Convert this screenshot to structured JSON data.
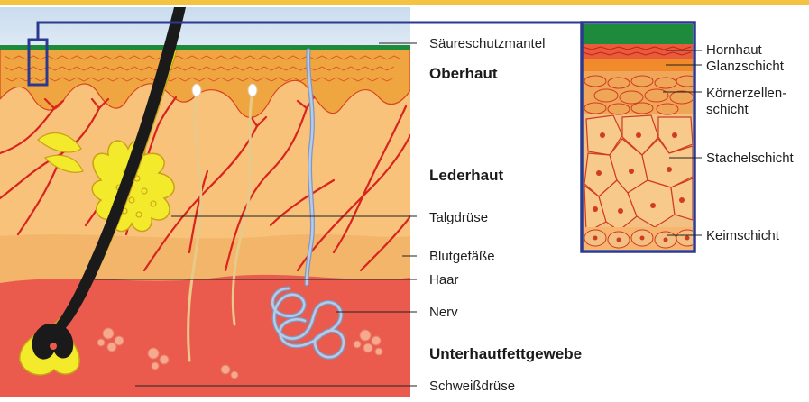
{
  "labels": {
    "saeureschutzmantel": "Säureschutzmantel",
    "oberhaut": "Oberhaut",
    "lederhaut": "Lederhaut",
    "talgdruese": "Talgdrüse",
    "blutgefaesse": "Blutgefäße",
    "haar": "Haar",
    "nerv": "Nerv",
    "unterhautfettgewebe": "Unterhautfettgewebe",
    "schweissdruese": "Schweißdrüse"
  },
  "detail": {
    "hornhaut": "Hornhaut",
    "glanzschicht": "Glanzschicht",
    "koernerzellen_line1": "Körnerzellen-",
    "koernerzellen_line2": "schicht",
    "stachelschicht": "Stachelschicht",
    "keimschicht": "Keimschicht"
  },
  "colors": {
    "top_band": "#f5c342",
    "acid_mantle": "#1e8a3c",
    "epidermis": "#f0a640",
    "dermis": "#f8c27a",
    "subcutis": "#ea5b4e",
    "vessel": "#d8231f",
    "sebaceous": "#f2ea2a",
    "hair": "#1a1a1a",
    "nerve": "#9fb9dc",
    "frame": "#2b3a8f"
  }
}
